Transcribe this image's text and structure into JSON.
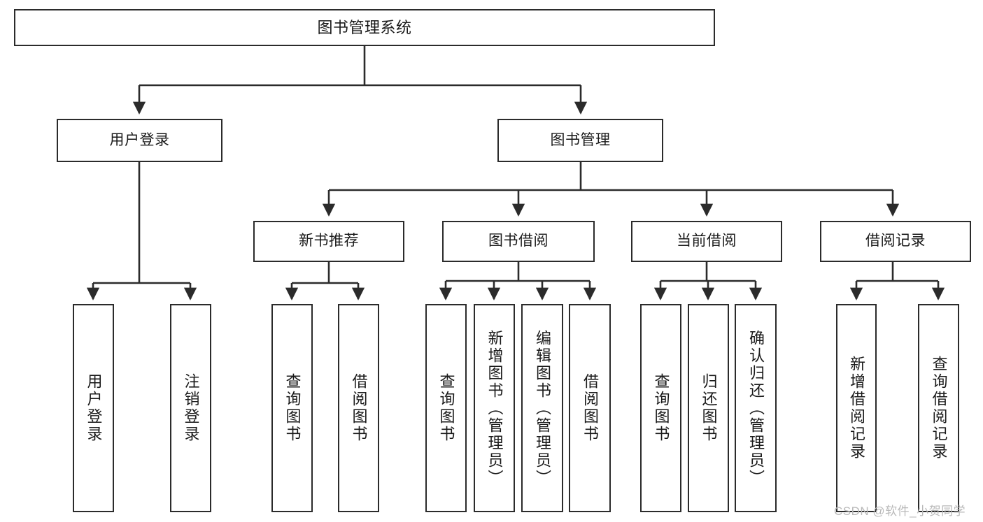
{
  "diagram": {
    "title": "图书管理系统",
    "type": "hierarchy-tree",
    "watermark": "CSDN @软件_小贺同学",
    "colors": {
      "box_border": "#2b2b2b",
      "box_fill": "#ffffff",
      "edge": "#2b2b2b",
      "text": "#1a1a1a",
      "watermark": "#b9b9b9",
      "background": "#ffffff"
    },
    "nodes": {
      "root": {
        "label": "图书管理系统"
      },
      "level2": [
        {
          "id": "user-login",
          "label": "用户登录"
        },
        {
          "id": "book-management",
          "label": "图书管理"
        }
      ],
      "level3": [
        {
          "id": "new-book-recommend",
          "label": "新书推荐"
        },
        {
          "id": "book-borrow",
          "label": "图书借阅"
        },
        {
          "id": "current-borrow",
          "label": "当前借阅"
        },
        {
          "id": "borrow-record",
          "label": "借阅记录"
        }
      ],
      "leaves": {
        "user-login": [
          {
            "id": "leaf-user-login",
            "label": "用户登录"
          },
          {
            "id": "leaf-logout",
            "label": "注销登录"
          }
        ],
        "new-book-recommend": [
          {
            "id": "leaf-query-book-1",
            "label": "查询图书"
          },
          {
            "id": "leaf-borrow-book-1",
            "label": "借阅图书"
          }
        ],
        "book-borrow": [
          {
            "id": "leaf-query-book-2",
            "label": "查询图书"
          },
          {
            "id": "leaf-add-book",
            "label": "新增图书（管理员）"
          },
          {
            "id": "leaf-edit-book",
            "label": "编辑图书（管理员）"
          },
          {
            "id": "leaf-borrow-book-2",
            "label": "借阅图书"
          }
        ],
        "current-borrow": [
          {
            "id": "leaf-query-book-3",
            "label": "查询图书"
          },
          {
            "id": "leaf-return-book",
            "label": "归还图书"
          },
          {
            "id": "leaf-confirm-return",
            "label": "确认归还（管理员）"
          }
        ],
        "borrow-record": [
          {
            "id": "leaf-add-record",
            "label": "新增借阅记录"
          },
          {
            "id": "leaf-query-record",
            "label": "查询借阅记录"
          }
        ]
      }
    }
  }
}
